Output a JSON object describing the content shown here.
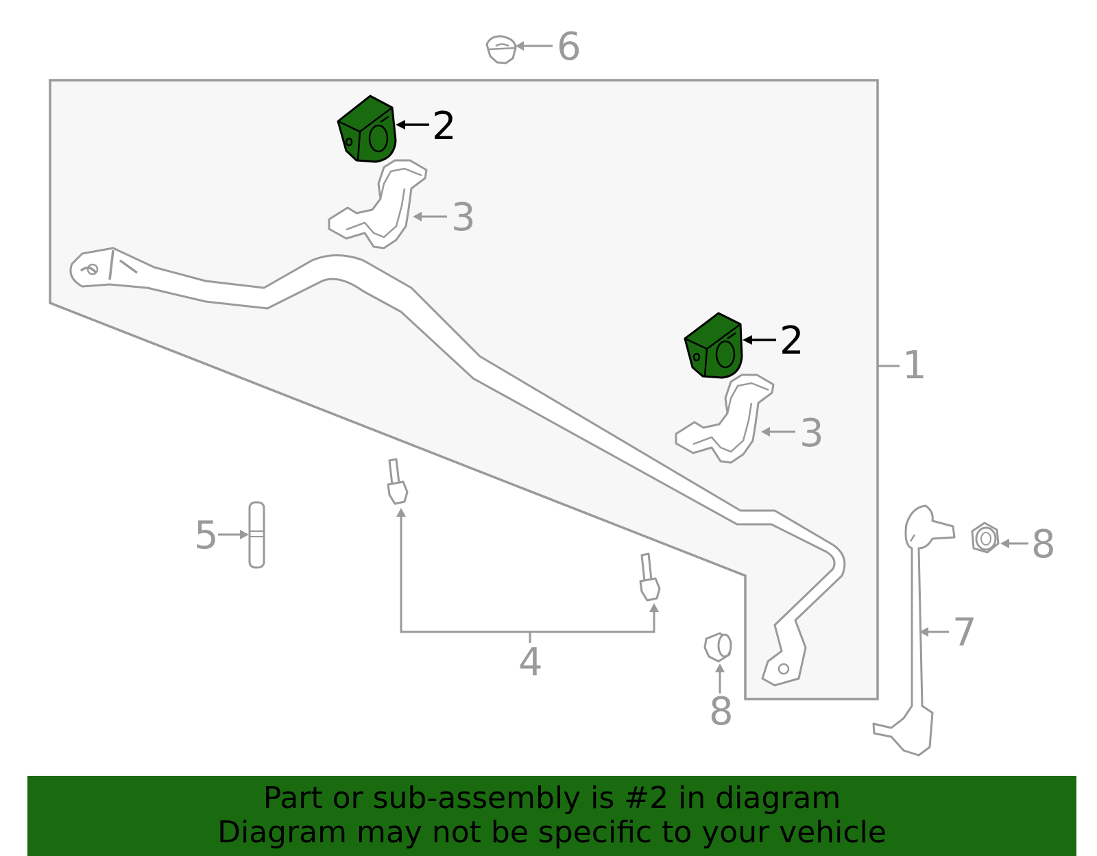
{
  "callouts": {
    "c1": "1",
    "c2a": "2",
    "c2b": "2",
    "c3a": "3",
    "c3b": "3",
    "c4": "4",
    "c5": "5",
    "c6": "6",
    "c7": "7",
    "c8a": "8",
    "c8b": "8"
  },
  "highlighted_part": "2",
  "colors": {
    "highlight": "#1a6b10",
    "line": "#9a9a9a",
    "panel": "#f7f7f7"
  },
  "banner": {
    "line1": "Part or sub-assembly is #2 in diagram",
    "line2": "Diagram may not be specific to your vehicle"
  }
}
